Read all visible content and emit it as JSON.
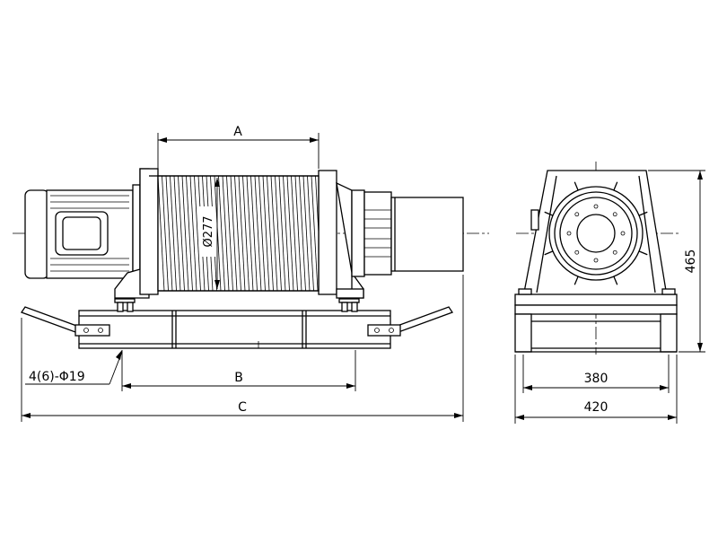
{
  "drawing": {
    "labels": {
      "dim_a": "A",
      "dim_b": "B",
      "dim_c": "C",
      "drum_diameter": "Ø277",
      "bolt_holes": "4(6)-Φ19",
      "width_inner": "380",
      "width_outer": "420",
      "height": "465"
    }
  }
}
